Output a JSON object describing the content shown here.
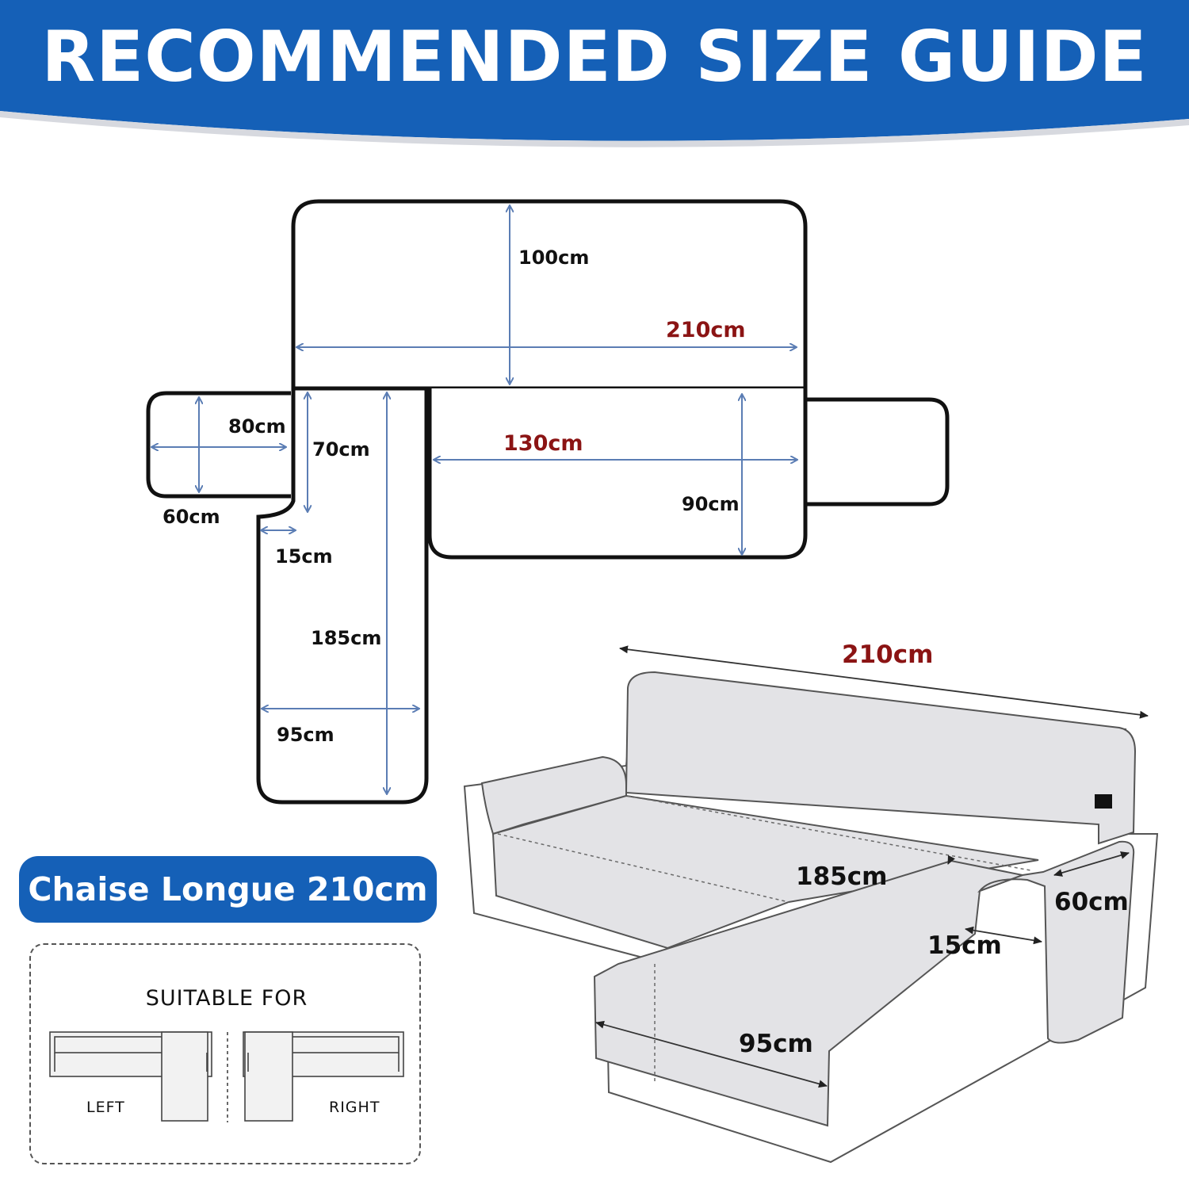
{
  "header": {
    "title": "RECOMMENDED SIZE GUIDE"
  },
  "colors": {
    "brand_blue": "#1560b7",
    "arrow_blue": "#5b7db4",
    "dimension_red": "#8b1414",
    "sofa_grey": "#e3e3e6"
  },
  "layout_diagram": {
    "backrest_height": "100cm",
    "backrest_width": "210cm",
    "left_arm_width": "80cm",
    "left_arm_height": "60cm",
    "flap": "70cm",
    "gap": "15cm",
    "chaise_length": "185cm",
    "chaise_width": "95cm",
    "seat_width": "130cm",
    "seat_depth": "90cm"
  },
  "sofa_illustration": {
    "total_width": "210cm",
    "chaise_length": "185cm",
    "arm_depth": "60cm",
    "gap": "15cm",
    "chaise_width": "95cm"
  },
  "product": {
    "label": "Chaise Longue 210cm"
  },
  "suitable": {
    "title": "SUITABLE FOR",
    "left_label": "LEFT",
    "right_label": "RIGHT"
  }
}
